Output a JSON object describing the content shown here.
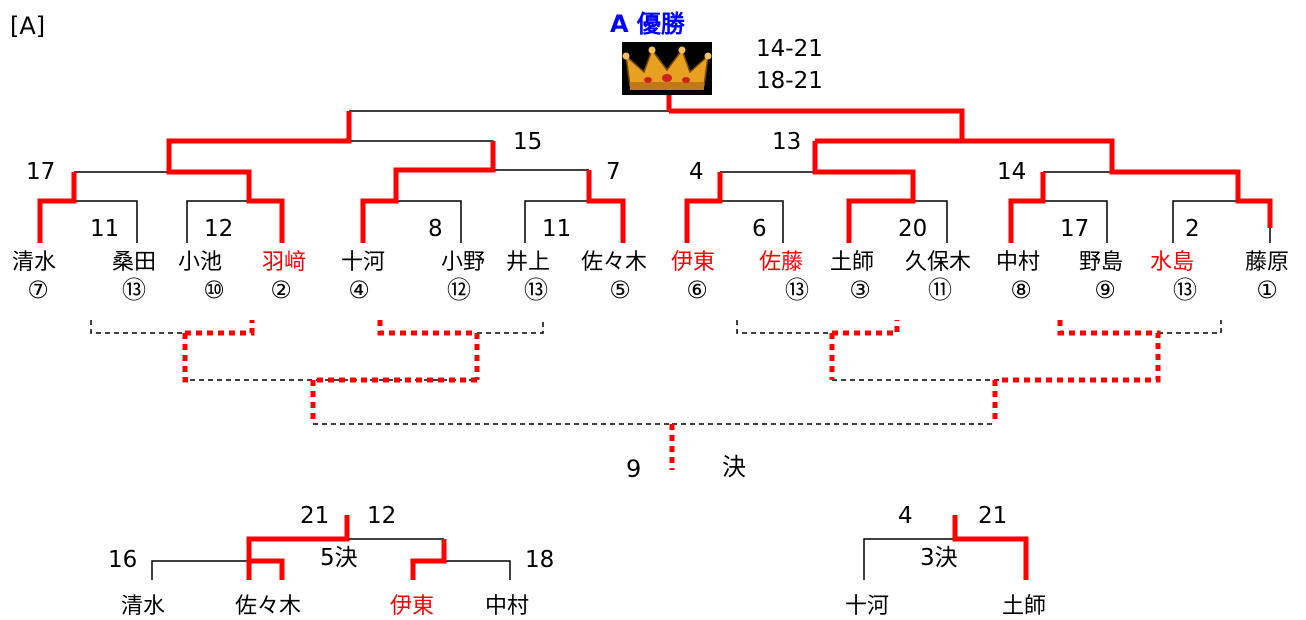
{
  "block_label": "[A]",
  "champion_title": "A 優勝",
  "final_scores": [
    "14-21",
    "18-21"
  ],
  "round_scores": {
    "sf_left": "15",
    "sf_right": "13",
    "qf1": "17",
    "qf2": "7",
    "qf3": "4",
    "qf4": "14",
    "r1_1": "11",
    "r1_2": "12",
    "r1_3": "8",
    "r1_4": "11",
    "r1_5": "6",
    "r1_6": "20",
    "r1_7": "17",
    "r1_8": "2"
  },
  "players": [
    {
      "name": "清水",
      "seed": "⑦",
      "winner": false
    },
    {
      "name": "桑田",
      "seed": "⑬",
      "winner": false
    },
    {
      "name": "小池",
      "seed": "⑩",
      "winner": false
    },
    {
      "name": "羽﨑",
      "seed": "②",
      "winner": true
    },
    {
      "name": "十河",
      "seed": "④",
      "winner": false
    },
    {
      "name": "小野",
      "seed": "⑫",
      "winner": false
    },
    {
      "name": "井上",
      "seed": "⑬",
      "winner": false
    },
    {
      "name": "佐々木",
      "seed": "⑤",
      "winner": false
    },
    {
      "name": "伊東",
      "seed": "⑥",
      "winner": true
    },
    {
      "name": "佐藤",
      "seed": "⑬",
      "winner": true
    },
    {
      "name": "土師",
      "seed": "③",
      "winner": false
    },
    {
      "name": "久保木",
      "seed": "⑪",
      "winner": false
    },
    {
      "name": "中村",
      "seed": "⑧",
      "winner": false
    },
    {
      "name": "野島",
      "seed": "⑨",
      "winner": false
    },
    {
      "name": "水島",
      "seed": "⑬",
      "winner": true
    },
    {
      "name": "藤原",
      "seed": "①",
      "winner": false
    }
  ],
  "ninth_place_label": {
    "left": "9",
    "right": "決"
  },
  "fifth_place": {
    "label": "5決",
    "scores": {
      "top_left": "21",
      "top_right": "12",
      "left": "16",
      "right": "18"
    },
    "players": [
      {
        "name": "清水",
        "winner": false
      },
      {
        "name": "佐々木",
        "winner": false
      },
      {
        "name": "伊東",
        "winner": true
      },
      {
        "name": "中村",
        "winner": false
      }
    ]
  },
  "third_place": {
    "label": "3決",
    "scores": {
      "left": "4",
      "right": "21"
    },
    "players": [
      {
        "name": "十河",
        "winner": false
      },
      {
        "name": "土師",
        "winner": false
      }
    ]
  },
  "colors": {
    "winner_line": "#ff0000",
    "title": "#0000ff",
    "line": "#000000"
  },
  "icons": {
    "trophy": "crown-icon"
  }
}
